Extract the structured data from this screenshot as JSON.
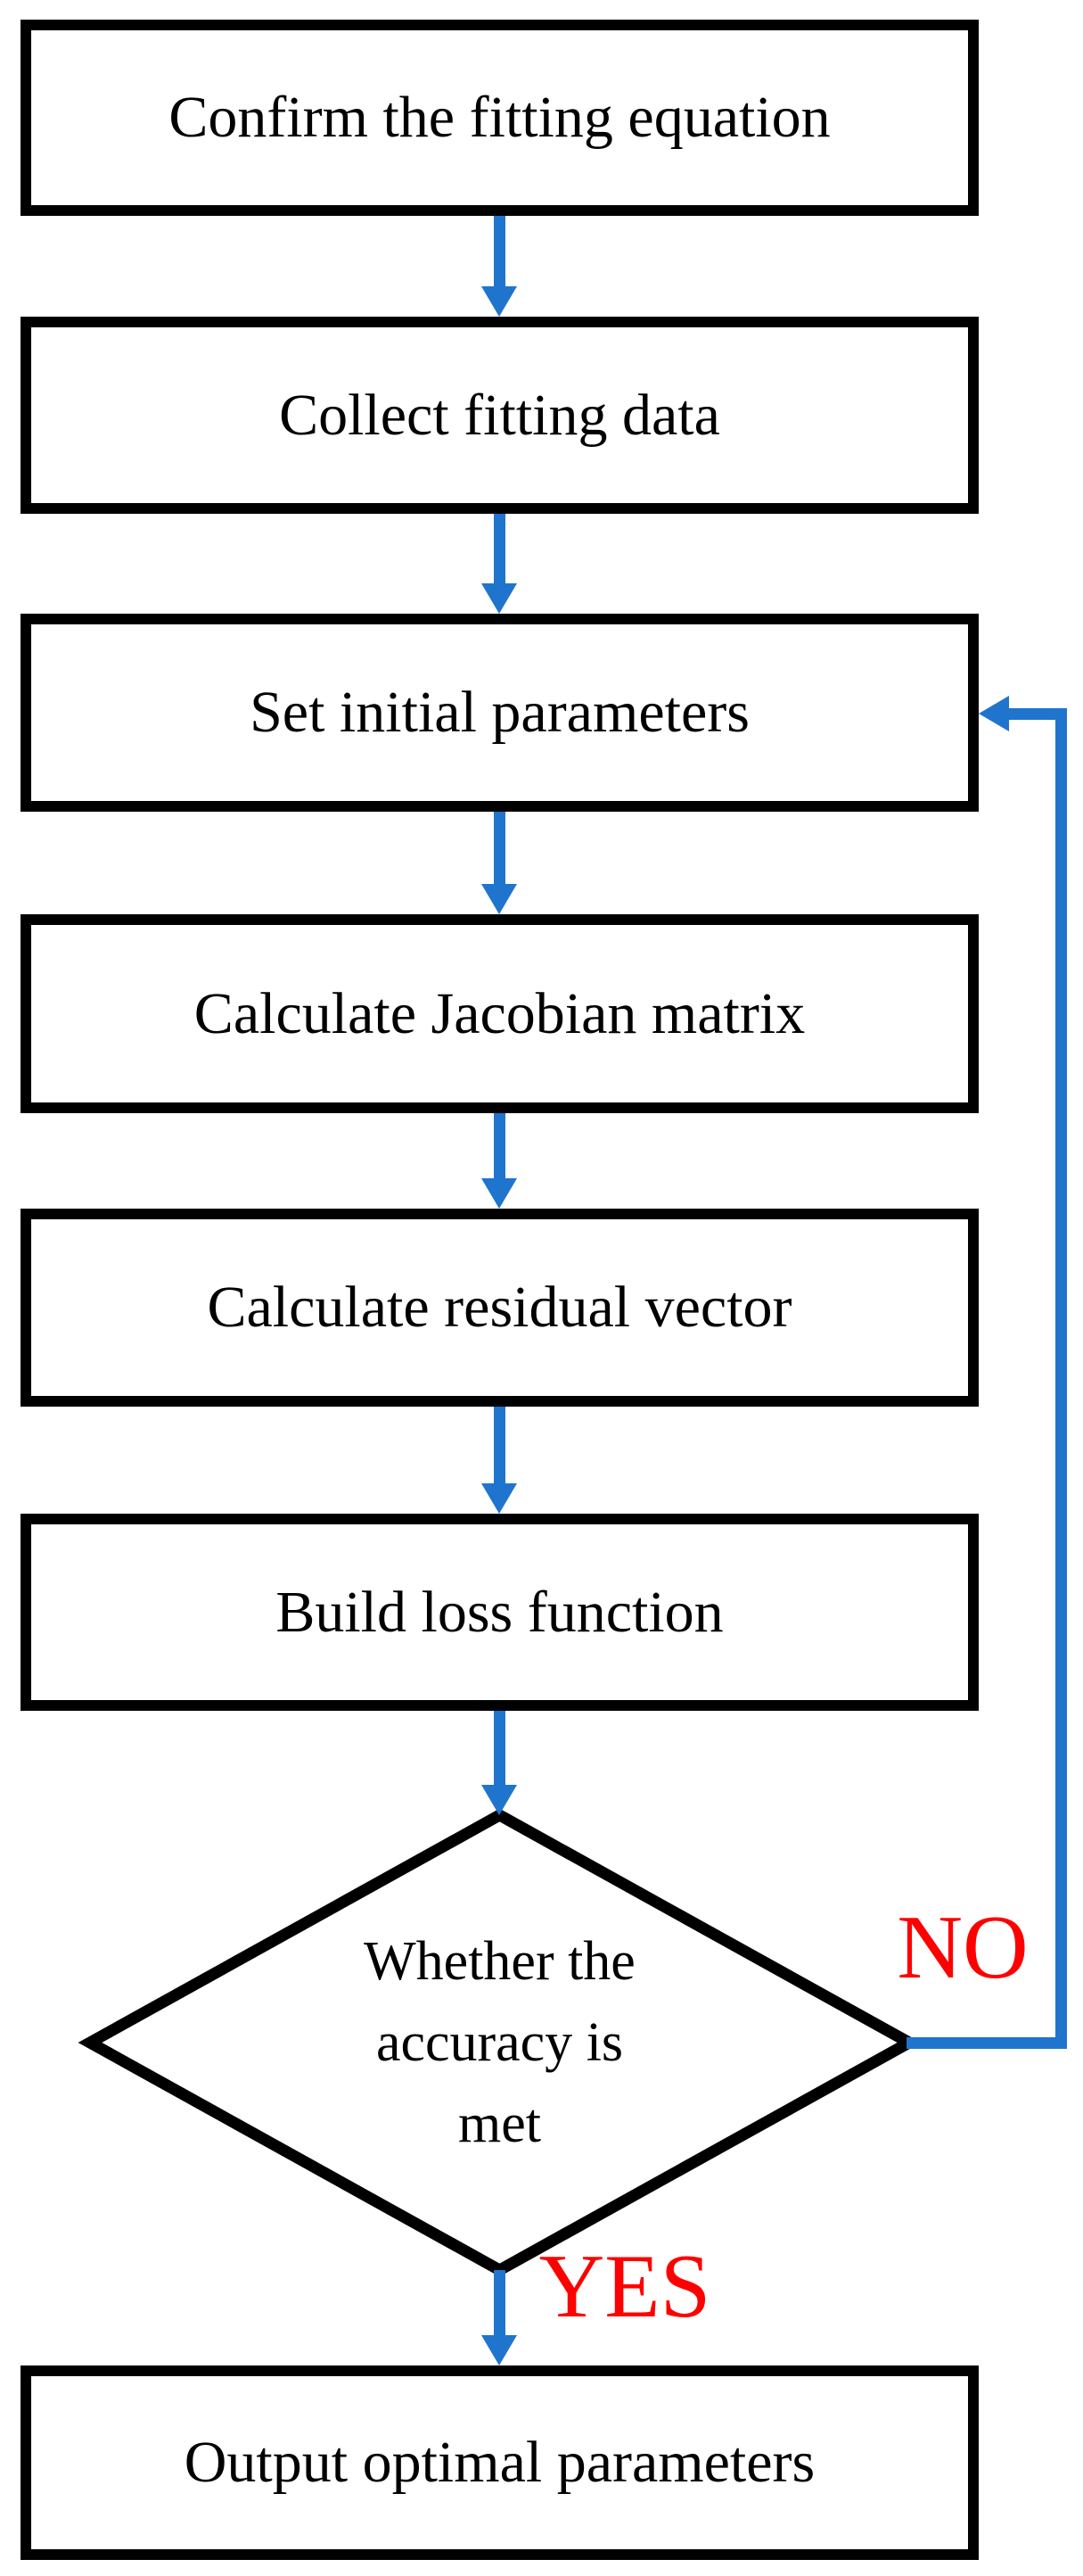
{
  "figure": {
    "colors": {
      "background": "#ffffff",
      "box_fill": "#ffffff",
      "box_border": "#000000",
      "text_color": "#000000",
      "arrow_blue": "#1F74CE",
      "branch_label_red": "#ff0000"
    },
    "nodes": [
      {
        "id": "confirm-equation",
        "type": "process",
        "label": "Confirm the fitting equation"
      },
      {
        "id": "collect-data",
        "type": "process",
        "label": "Collect fitting data"
      },
      {
        "id": "set-initial-parameters",
        "type": "process",
        "label": "Set initial parameters"
      },
      {
        "id": "calc-jacobian",
        "type": "process",
        "label": "Calculate Jacobian matrix"
      },
      {
        "id": "calc-residual",
        "type": "process",
        "label": "Calculate residual vector"
      },
      {
        "id": "build-loss",
        "type": "process",
        "label": "Build loss function"
      },
      {
        "id": "accuracy-decision",
        "type": "decision",
        "label": "Whether the accuracy is met",
        "lines": [
          "Whether the",
          "accuracy is",
          "met"
        ]
      },
      {
        "id": "output-parameters",
        "type": "process",
        "label": "Output optimal parameters"
      }
    ],
    "edges": [
      {
        "from": "confirm-equation",
        "to": "collect-data"
      },
      {
        "from": "collect-data",
        "to": "set-initial-parameters"
      },
      {
        "from": "set-initial-parameters",
        "to": "calc-jacobian"
      },
      {
        "from": "calc-jacobian",
        "to": "calc-residual"
      },
      {
        "from": "calc-residual",
        "to": "build-loss"
      },
      {
        "from": "build-loss",
        "to": "accuracy-decision"
      },
      {
        "from": "accuracy-decision",
        "to": "set-initial-parameters",
        "label": "NO"
      },
      {
        "from": "accuracy-decision",
        "to": "output-parameters",
        "label": "YES"
      }
    ]
  }
}
